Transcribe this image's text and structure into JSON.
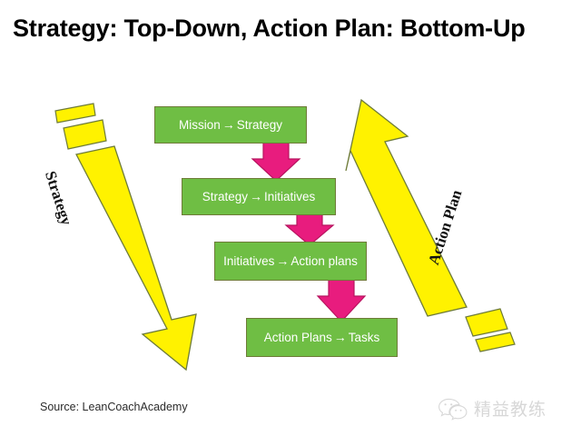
{
  "slide": {
    "title": "Strategy: Top-Down, Action Plan: Bottom-Up",
    "background_color": "#FFFFFF"
  },
  "colors": {
    "box_fill": "#6FBE44",
    "box_border": "#6E7B38",
    "box_text": "#FFFFFF",
    "pink_arrow": "#E81C7E",
    "pink_arrow_border": "#B8145F",
    "yellow_arrow": "#FFF200",
    "yellow_arrow_border": "#6E7B38",
    "title_text": "#000000",
    "source_text": "#2B2B2B",
    "watermark": "#8D8D8D"
  },
  "flow": {
    "boxes": [
      {
        "id": "mission-strategy",
        "from": "Mission",
        "arrow": "→",
        "to": "Strategy"
      },
      {
        "id": "strategy-initiatives",
        "from": "Strategy",
        "arrow": "→",
        "to": "Initiatives"
      },
      {
        "id": "initiatives-actionplans",
        "from": "Initiatives",
        "arrow": "→",
        "to": "Action plans"
      },
      {
        "id": "actionplans-tasks",
        "from": "Action Plans",
        "arrow": "→",
        "to": "Tasks"
      }
    ],
    "connector_count": 3,
    "connector_direction": "down"
  },
  "side_arrows": {
    "left": {
      "label": "Strategy",
      "direction": "top-down",
      "points": "down-right",
      "dash_segments": 2
    },
    "right": {
      "label": "Action Plan",
      "direction": "bottom-up",
      "points": "up-left",
      "dash_segments": 2
    }
  },
  "footer": {
    "source": "Source: LeanCoachAcademy",
    "watermark_text": "精益教练",
    "watermark_icon": "wechat-icon"
  }
}
